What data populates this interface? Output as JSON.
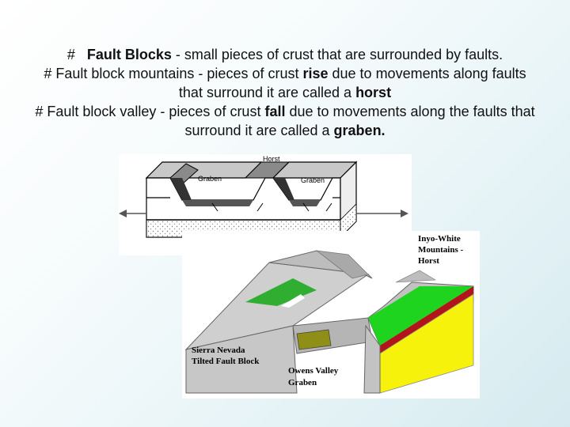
{
  "text": {
    "p1": {
      "bullet": "#",
      "term": "Fault Blocks",
      "rest": " - small pieces of crust that are surrounded by faults."
    },
    "p2": {
      "a": "# Fault block mountains - pieces of crust ",
      "bold1": "rise",
      "b": " due to movements along faults that surround it are called a ",
      "bold2": "horst"
    },
    "p3": {
      "a": "# Fault block valley - pieces of crust ",
      "bold1": "fall",
      "b": " due to movements along the faults that surround it are called a ",
      "bold2": "graben."
    }
  },
  "diagram1": {
    "horst": "Horst",
    "graben_left": "Graben",
    "graben_right": "Graben"
  },
  "diagram2": {
    "inyo_line1": "Inyo-White",
    "inyo_line2": "Mountains -",
    "inyo_line3": "Horst",
    "sierra_line1": "Sierra Nevada",
    "sierra_line2": "Tilted Fault Block",
    "owens_line1": "Owens Valley",
    "owens_line2": "Graben"
  }
}
